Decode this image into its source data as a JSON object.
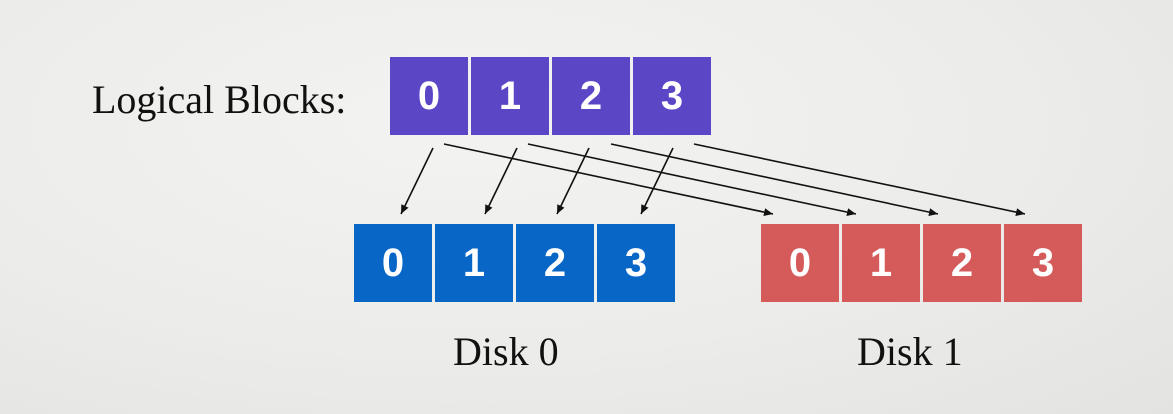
{
  "logical_label": "Logical Blocks:",
  "logical_blocks": [
    "0",
    "1",
    "2",
    "3"
  ],
  "disks": [
    {
      "name": "Disk 0",
      "blocks": [
        "0",
        "1",
        "2",
        "3"
      ]
    },
    {
      "name": "Disk 1",
      "blocks": [
        "0",
        "1",
        "2",
        "3"
      ]
    }
  ],
  "colors": {
    "logical": "#5b46c6",
    "disk0": "#0866c6",
    "disk1": "#d55a5a"
  }
}
